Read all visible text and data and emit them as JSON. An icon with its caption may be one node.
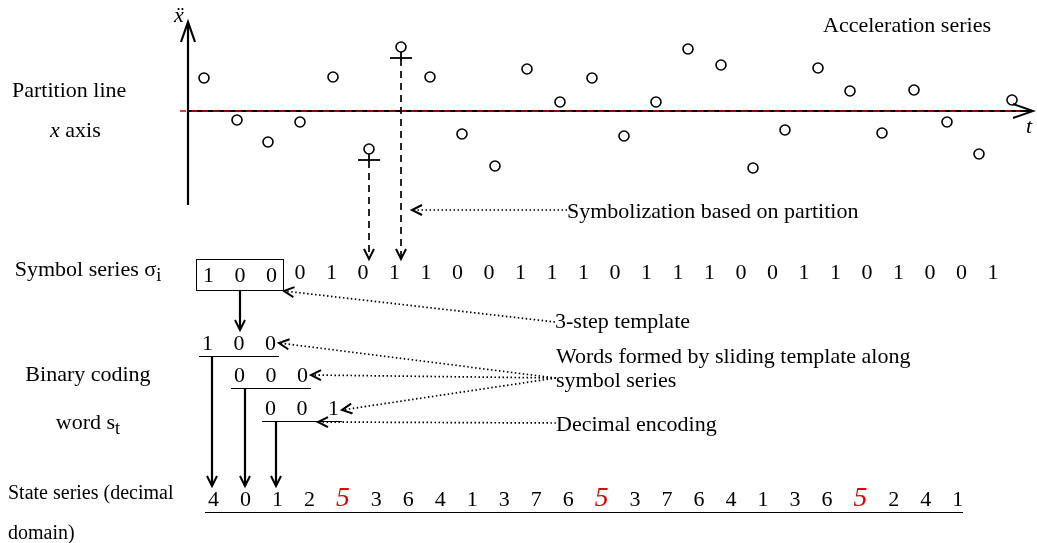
{
  "diagram": {
    "nodes": [
      {
        "text": [],
        "shape": "circle"
      },
      {
        "text": [],
        "shape": "circle"
      },
      {
        "text": [
          "Symbolization based on partition"
        ]
      },
      {
        "text": [
          "1 0 0"
        ]
      },
      {
        "text": [
          "0 1 0 1 1 0 0 1 1 1 0 1 1 1 0 0 1 1 0 1 0 0 1"
        ]
      },
      {
        "text": [
          "3-step template"
        ]
      },
      {
        "text": [
          "1 0 0"
        ]
      },
      {
        "text": [
          "Words formed by sliding template along symbol series"
        ]
      },
      {
        "text": [
          "0 0 0"
        ]
      },
      {
        "text": [
          "0 0 1"
        ]
      },
      {
        "text": [
          "Decimal encoding"
        ]
      },
      {
        "text": [
          "4 0 1 2 *5* 3 6 4 1 3 7 6 *5* 3 7 6 4 1 3 6 *5* 2 4 1"
        ]
      }
    ],
    "edges": [
      {
        "from": 0,
        "to": 4,
        "arrow": "to",
        "style": "dashed"
      },
      {
        "from": 1,
        "to": 4,
        "arrow": "to",
        "style": "dashed"
      },
      {
        "from": 2,
        "to": null,
        "arrow": "to",
        "style": "dashed"
      },
      {
        "from": 3,
        "to": 6,
        "arrow": "to"
      },
      {
        "from": 5,
        "to": 3,
        "arrow": "to",
        "style": "dashed"
      },
      {
        "from": 7,
        "to": 6,
        "arrow": "to",
        "style": "dashed"
      },
      {
        "from": 7,
        "to": 8,
        "arrow": "to",
        "style": "dashed"
      },
      {
        "from": 7,
        "to": 9,
        "arrow": "to",
        "style": "dashed"
      },
      {
        "from": 10,
        "to": 9,
        "arrow": "to",
        "style": "dashed"
      },
      {
        "from": 6,
        "to": 11,
        "arrow": "to"
      },
      {
        "from": 8,
        "to": 11,
        "arrow": "to"
      },
      {
        "from": 9,
        "to": 11,
        "arrow": "to"
      }
    ],
    "labels": [
      "ẍ",
      "Acceleration series",
      "Partition line",
      "*x* axis",
      "t",
      "Symbol series σ$_{i}$",
      "Binary coding word s$_{t}$",
      "State series (decimal domain)"
    ]
  }
}
